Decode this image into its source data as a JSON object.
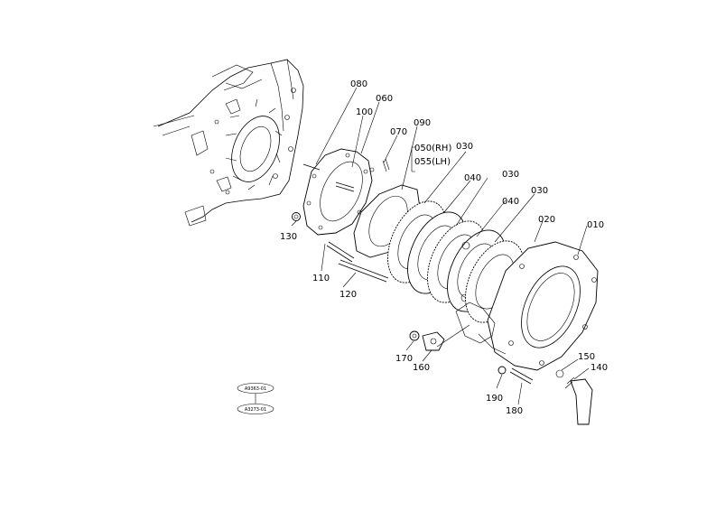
{
  "parts": {
    "p080": "080",
    "p060": "060",
    "p100": "100",
    "p070": "070",
    "p090": "090",
    "p050": "050(RH)",
    "p055": "055(LH)",
    "p030a": "030",
    "p040a": "040",
    "p030b": "030",
    "p040b": "040",
    "p030c": "030",
    "p020": "020",
    "p010": "010",
    "p130": "130",
    "p110": "110",
    "p120": "120",
    "p170": "170",
    "p160": "160",
    "p150": "150",
    "p140": "140",
    "p190": "190",
    "p180": "180"
  },
  "stamps": {
    "top": "A9363-01",
    "bottom": "A3273-01"
  }
}
